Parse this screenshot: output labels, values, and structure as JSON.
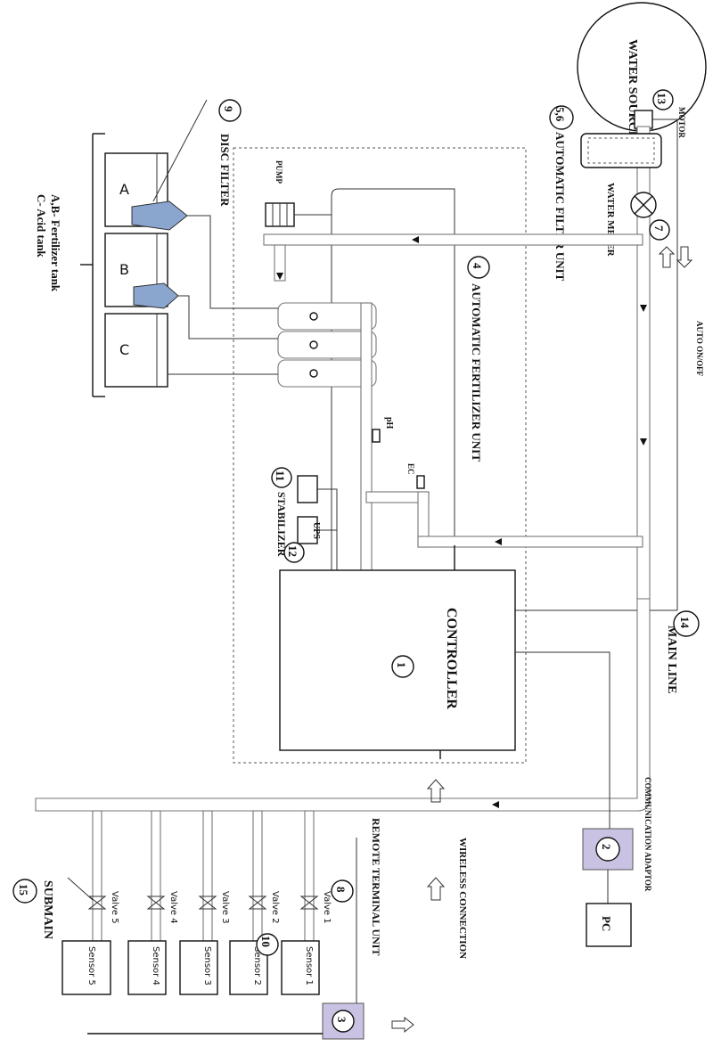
{
  "labels": {
    "water_source": "WATER SOURCE",
    "motor": "MOTOR",
    "automatic_filter_unit": "AUTOMATIC FILTER UNIT",
    "water_meter": "WATER METER",
    "auto_on_off": "AUTO ON/OFF",
    "automatic_fertilizer_unit": "AUTOMATIC FERTILIZER UNIT",
    "pump": "PUMP",
    "disc_filter": "DISC FILTER",
    "tank_a": "A",
    "tank_b": "B",
    "tank_c": "C",
    "fertilizer_tank": "A,B- Fertilizer tank",
    "acid_tank": "C- Acid tank",
    "ph": "pH",
    "ec": "EC",
    "stabilizer": "STABILIZER",
    "ups": "UPS",
    "controller": "CONTROLLER",
    "main_line": "MAIN LINE",
    "communication_adaptor": "COMMUNICATION ADAPTOR",
    "pc": "PC",
    "wireless_connection": "WIRELESS CONNECTION",
    "remote_terminal_unit": "REMOTE TERMINAL UNIT",
    "submain": "SUBMAIN",
    "valves": [
      "Valve 1",
      "Valve 2",
      "Valve 3",
      "Valve 4",
      "Valve 5"
    ],
    "sensors": [
      "Sensor 1",
      "Sensor 2",
      "Sensor 3",
      "Sensor 4",
      "Sensor 5"
    ]
  },
  "numbers": {
    "controller": "1",
    "adaptor": "2",
    "rtu": "3",
    "fertilizer_unit": "4",
    "filter_unit": "5,6",
    "water_meter": "7",
    "valve": "8",
    "disc_filter": "9",
    "sensor": "10",
    "stabilizer": "11",
    "ups": "12",
    "motor": "13",
    "main_line": "14",
    "submain": "15"
  },
  "colors": {
    "highlight": "#c9c2e3",
    "line": "#111111",
    "pipe": "#777777"
  }
}
